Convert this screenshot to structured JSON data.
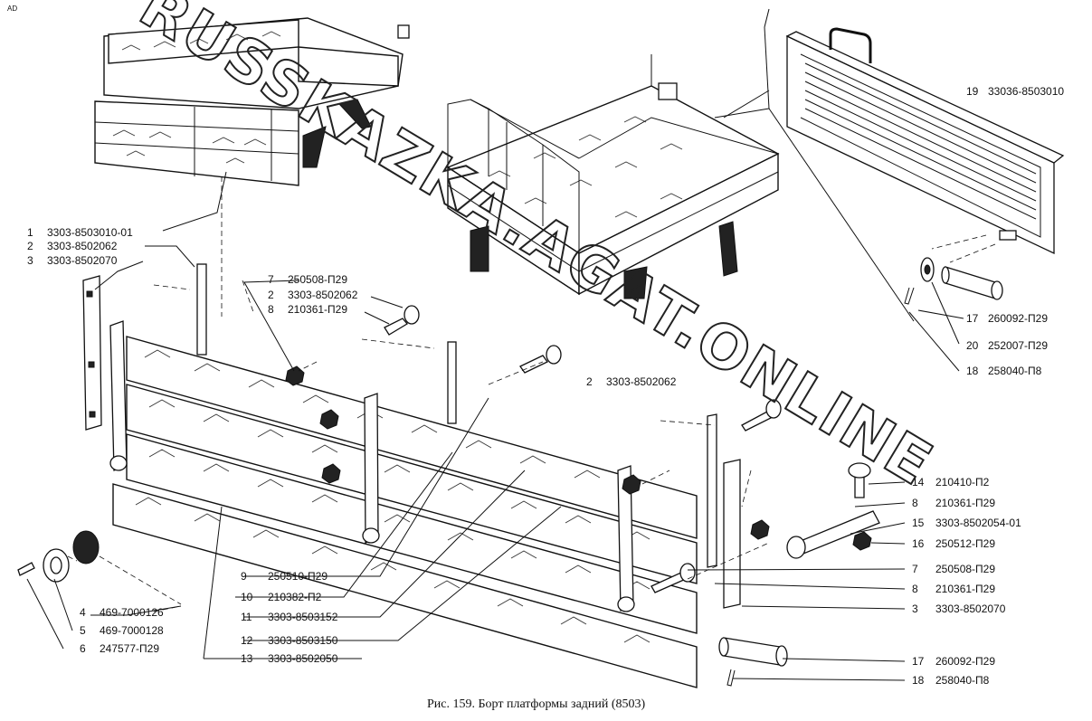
{
  "corner_mark": "AD",
  "caption": "Рис. 159. Борт платформы задний (8503)",
  "watermark": "RUSSKAZKA.AGAT.ONLINE",
  "labels": [
    {
      "num": "1",
      "code": "3303-8503010-01"
    },
    {
      "num": "2",
      "code": "3303-8502062"
    },
    {
      "num": "3",
      "code": "3303-8502070"
    },
    {
      "num": "7",
      "code": "250508-П29"
    },
    {
      "num": "2",
      "code": "3303-8502062"
    },
    {
      "num": "8",
      "code": "210361-П29"
    },
    {
      "num": "2",
      "code": "3303-8502062"
    },
    {
      "num": "19",
      "code": "33036-8503010"
    },
    {
      "num": "17",
      "code": "260092-П29"
    },
    {
      "num": "20",
      "code": "252007-П29"
    },
    {
      "num": "18",
      "code": "258040-П8"
    },
    {
      "num": "14",
      "code": "210410-П2"
    },
    {
      "num": "8",
      "code": "210361-П29"
    },
    {
      "num": "15",
      "code": "3303-8502054-01"
    },
    {
      "num": "16",
      "code": "250512-П29"
    },
    {
      "num": "7",
      "code": "250508-П29"
    },
    {
      "num": "8",
      "code": "210361-П29"
    },
    {
      "num": "3",
      "code": "3303-8502070"
    },
    {
      "num": "17",
      "code": "260092-П29"
    },
    {
      "num": "18",
      "code": "258040-П8"
    },
    {
      "num": "4",
      "code": "469-7000126"
    },
    {
      "num": "5",
      "code": "469-7000128"
    },
    {
      "num": "6",
      "code": "247577-П29"
    },
    {
      "num": "9",
      "code": "250510-П29"
    },
    {
      "num": "10",
      "code": "210382-П2"
    },
    {
      "num": "11",
      "code": "3303-8503152"
    },
    {
      "num": "12",
      "code": "3303-8503150"
    },
    {
      "num": "13",
      "code": "3303-8502050"
    }
  ]
}
